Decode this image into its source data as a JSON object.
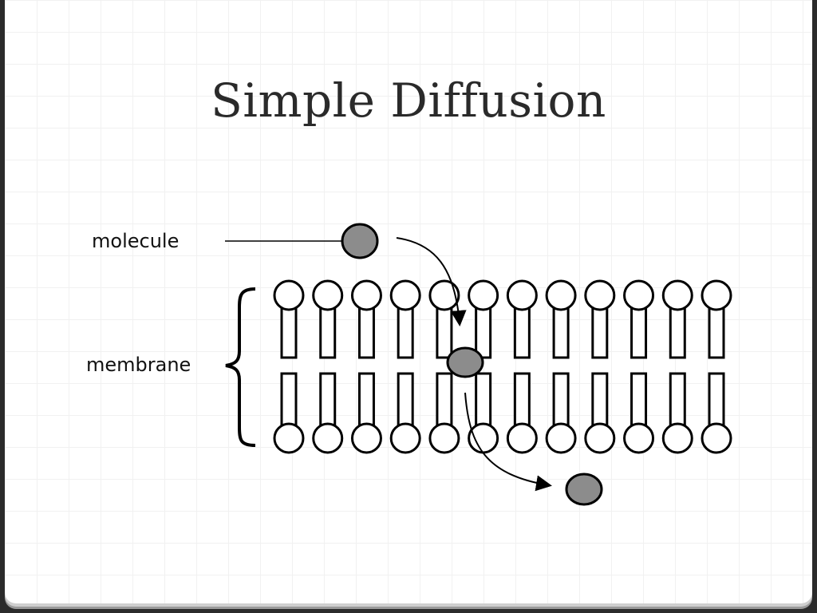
{
  "slide": {
    "title": "Simple Diffusion"
  },
  "diagram": {
    "labels": {
      "molecule": "molecule",
      "membrane": "membrane"
    },
    "molecule_color": "#8c8c8c",
    "line_color": "#000000",
    "phospholipid_count": 12
  }
}
